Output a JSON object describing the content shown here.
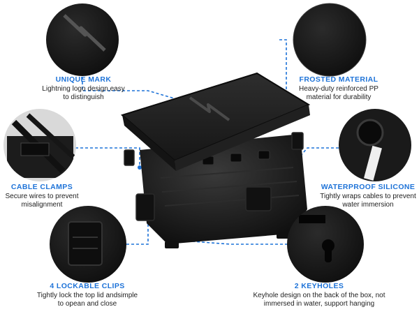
{
  "features": {
    "unique_mark": {
      "title": "UNIQUE MARK",
      "desc": "Lightning logo design,easy to distinguish"
    },
    "frosted_material": {
      "title": "FROSTED MATERIAL",
      "desc": "Heavy-duty reinforced PP material for durability"
    },
    "cable_clamps": {
      "title": "CABLE CLAMPS",
      "desc": "Secure wires to prevent misalignment"
    },
    "waterproof_silicone": {
      "title": "WATERPROOF SILICONE",
      "desc": "Tightly wraps cables to prevent water immersion"
    },
    "lockable_clips": {
      "title": "4 LOCKABLE CLIPS",
      "desc": "Tightly lock the top lid andsimple to opean and close"
    },
    "keyholes": {
      "title": "2 KEYHOLES",
      "desc": "Keyhole design on the back of the box, not immersed in water, support hanging"
    }
  },
  "colors": {
    "accent": "#1e73d8",
    "product": "#1a1a1a"
  }
}
